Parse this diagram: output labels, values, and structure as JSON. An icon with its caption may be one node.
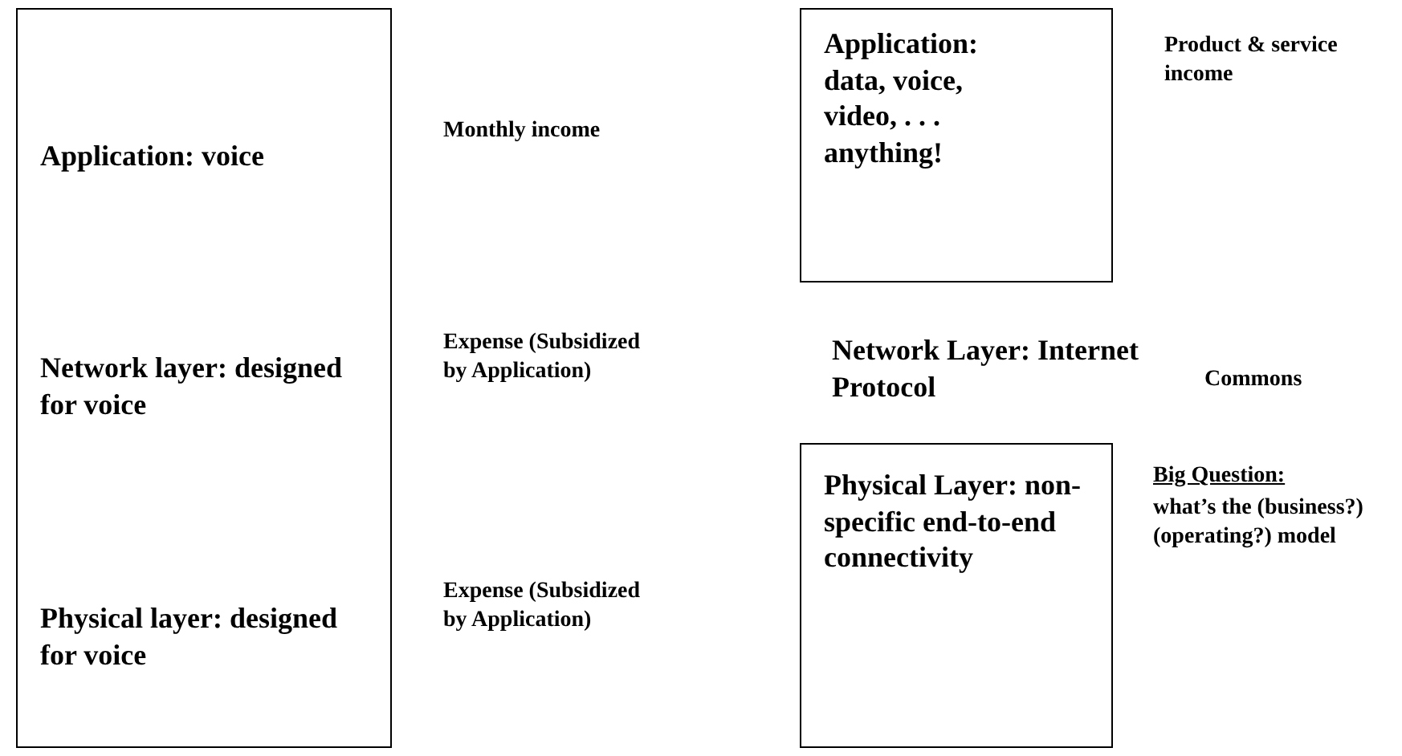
{
  "diagram": {
    "nodes": [
      {
        "text": [
          "Application: voice",
          "Network layer: designed for voice",
          "Physical layer: designed for voice"
        ],
        "beside": [
          "Monthly income",
          "Expense (Subsidized by Application)",
          "Expense (Subsidized by Application)"
        ]
      },
      {
        "text": [
          "Application: data, voice, video, . . . anything!"
        ],
        "beside": [
          "Product & service income"
        ]
      },
      {
        "text": [
          "Physical Layer: non-specific end-to-end connectivity"
        ],
        "beside": [
          "Big Question:",
          "what’s the (business?) (operating?) model"
        ]
      }
    ],
    "labels": [
      "Network Layer: Internet Protocol",
      "Commons"
    ]
  }
}
